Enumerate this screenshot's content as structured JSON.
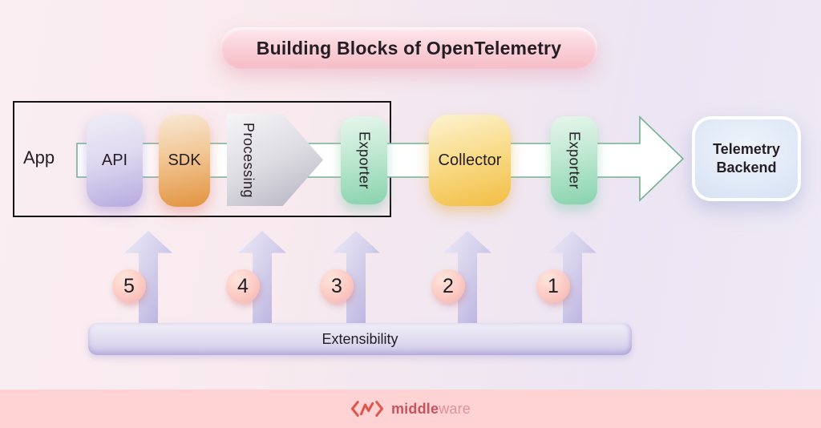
{
  "title": "Building Blocks of OpenTelemetry",
  "pipeline": {
    "app_label": "App",
    "api_label": "API",
    "sdk_label": "SDK",
    "processing_label": "Processing",
    "exporter1_label": "Exporter",
    "collector_label": "Collector",
    "exporter2_label": "Exporter",
    "backend_label": "Telemetry Backend"
  },
  "extensibility": {
    "label": "Extensibility",
    "markers": [
      "5",
      "4",
      "3",
      "2",
      "1"
    ]
  },
  "footer": {
    "brand_bold": "middle",
    "brand_light": "ware"
  },
  "colors": {
    "background_left": "#fbeef2",
    "background_right": "#efeaf6",
    "title_pill": "#f6bcc8",
    "api_block": "#b6aae0",
    "sdk_block": "#e2933f",
    "processing_block": "#b4b1c0",
    "exporter_block": "#88d3ae",
    "collector_block": "#f2bd44",
    "backend_block": "#bfd0ec",
    "band_border_green": "#74b291",
    "app_box_border": "#141414",
    "up_arrow_lavender": "#b4abdd",
    "extensibility_bar": "#dcd8ee",
    "marker_circle_pink": "#f7b0ae",
    "footer_bar": "#ffd3d4",
    "logo_red": "#e0564d"
  }
}
